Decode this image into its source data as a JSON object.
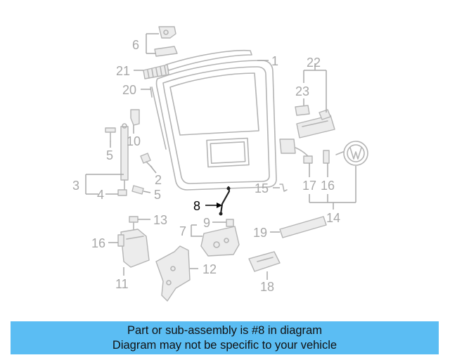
{
  "callouts": {
    "c1": "1",
    "c2": "2",
    "c3": "3",
    "c4": "4",
    "c5a": "5",
    "c5b": "5",
    "c6": "6",
    "c7": "7",
    "c8": "8",
    "c9": "9",
    "c10": "10",
    "c11": "11",
    "c12": "12",
    "c13": "13",
    "c14": "14",
    "c15": "15",
    "c16a": "16",
    "c16b": "16",
    "c17": "17",
    "c18": "18",
    "c19": "19",
    "c20": "20",
    "c21": "21",
    "c22": "22",
    "c23": "23"
  },
  "highlighted_part": "8",
  "banner": {
    "line1": "Part or sub-assembly is #8 in diagram",
    "line2": "Diagram may not be specific to your vehicle"
  },
  "colors": {
    "banner_bg": "#5bbdf3",
    "callout_gray": "#a8a8a8",
    "highlight": "#000000"
  }
}
